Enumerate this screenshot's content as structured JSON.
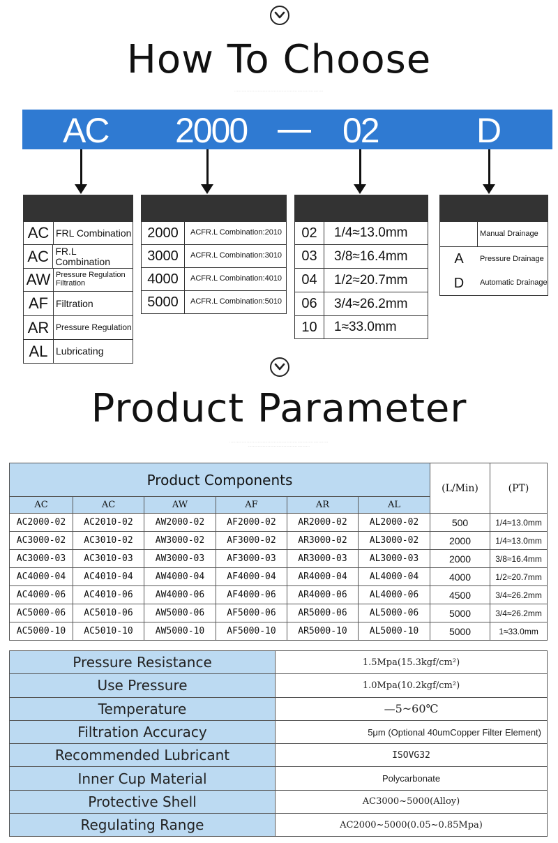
{
  "how_to_choose": {
    "title": "How To Choose",
    "code": {
      "part1": "AC",
      "part2": "2000",
      "part3": "02",
      "part4": "D"
    },
    "type_box": [
      {
        "code": "AC",
        "desc": "FRL Combination"
      },
      {
        "code": "AC",
        "desc": "FR.L Combination"
      },
      {
        "code": "AW",
        "desc": "Pressure Regulation Filtration"
      },
      {
        "code": "AF",
        "desc": "Filtration"
      },
      {
        "code": "AR",
        "desc": "Pressure Regulation"
      },
      {
        "code": "AL",
        "desc": "Lubricating"
      }
    ],
    "size_box": [
      {
        "code": "2000",
        "desc": "ACFR.L Combination:2010"
      },
      {
        "code": "3000",
        "desc": "ACFR.L Combination:3010"
      },
      {
        "code": "4000",
        "desc": "ACFR.L Combination:4010"
      },
      {
        "code": "5000",
        "desc": "ACFR.L Combination:5010"
      }
    ],
    "port_box": [
      {
        "code": "02",
        "desc": "1/4≈13.0mm"
      },
      {
        "code": "03",
        "desc": "3/8≈16.4mm"
      },
      {
        "code": "04",
        "desc": "1/2≈20.7mm"
      },
      {
        "code": "06",
        "desc": "3/4≈26.2mm"
      },
      {
        "code": "10",
        "desc": "1≈33.0mm"
      }
    ],
    "drain_box": [
      {
        "code": "",
        "desc": "Manual Drainage"
      },
      {
        "code": "A",
        "desc": "Pressure Drainage"
      },
      {
        "code": "D",
        "desc": "Automatic Drainage"
      }
    ]
  },
  "product_parameter": {
    "title": "Product Parameter",
    "components_header": "Product Components",
    "flow_header": "(L/Min)",
    "pt_header": "(PT)",
    "columns": [
      "AC",
      "AC",
      "AW",
      "AF",
      "AR",
      "AL"
    ],
    "rows": [
      [
        "AC2000-02",
        "AC2010-02",
        "AW2000-02",
        "AF2000-02",
        "AR2000-02",
        "AL2000-02",
        "500",
        "1/4≈13.0mm"
      ],
      [
        "AC3000-02",
        "AC3010-02",
        "AW3000-02",
        "AF3000-02",
        "AR3000-02",
        "AL3000-02",
        "2000",
        "1/4≈13.0mm"
      ],
      [
        "AC3000-03",
        "AC3010-03",
        "AW3000-03",
        "AF3000-03",
        "AR3000-03",
        "AL3000-03",
        "2000",
        "3/8≈16.4mm"
      ],
      [
        "AC4000-04",
        "AC4010-04",
        "AW4000-04",
        "AF4000-04",
        "AR4000-04",
        "AL4000-04",
        "4000",
        "1/2≈20.7mm"
      ],
      [
        "AC4000-06",
        "AC4010-06",
        "AW4000-06",
        "AF4000-06",
        "AR4000-06",
        "AL4000-06",
        "4500",
        "3/4≈26.2mm"
      ],
      [
        "AC5000-06",
        "AC5010-06",
        "AW5000-06",
        "AF5000-06",
        "AR5000-06",
        "AL5000-06",
        "5000",
        "3/4≈26.2mm"
      ],
      [
        "AC5000-10",
        "AC5010-10",
        "AW5000-10",
        "AF5000-10",
        "AR5000-10",
        "AL5000-10",
        "5000",
        "1≈33.0mm"
      ]
    ]
  },
  "specs": [
    {
      "label": "Pressure Resistance",
      "value": "1.5Mpa(15.3kgf/cm²)"
    },
    {
      "label": "Use Pressure",
      "value": "1.0Mpa(10.2kgf/cm²)"
    },
    {
      "label": "Temperature",
      "value": "—5~60℃"
    },
    {
      "label": "Filtration Accuracy",
      "value": "5μm (Optional 40umCopper Filter Element)"
    },
    {
      "label": "Recommended Lubricant",
      "value": "ISOVG32"
    },
    {
      "label": "Inner Cup Material",
      "value": "Polycarbonate"
    },
    {
      "label": "Protective Shell",
      "value": "AC3000~5000(Alloy)"
    },
    {
      "label": "Regulating Range",
      "value": "AC2000~5000(0.05~0.85Mpa)"
    }
  ]
}
